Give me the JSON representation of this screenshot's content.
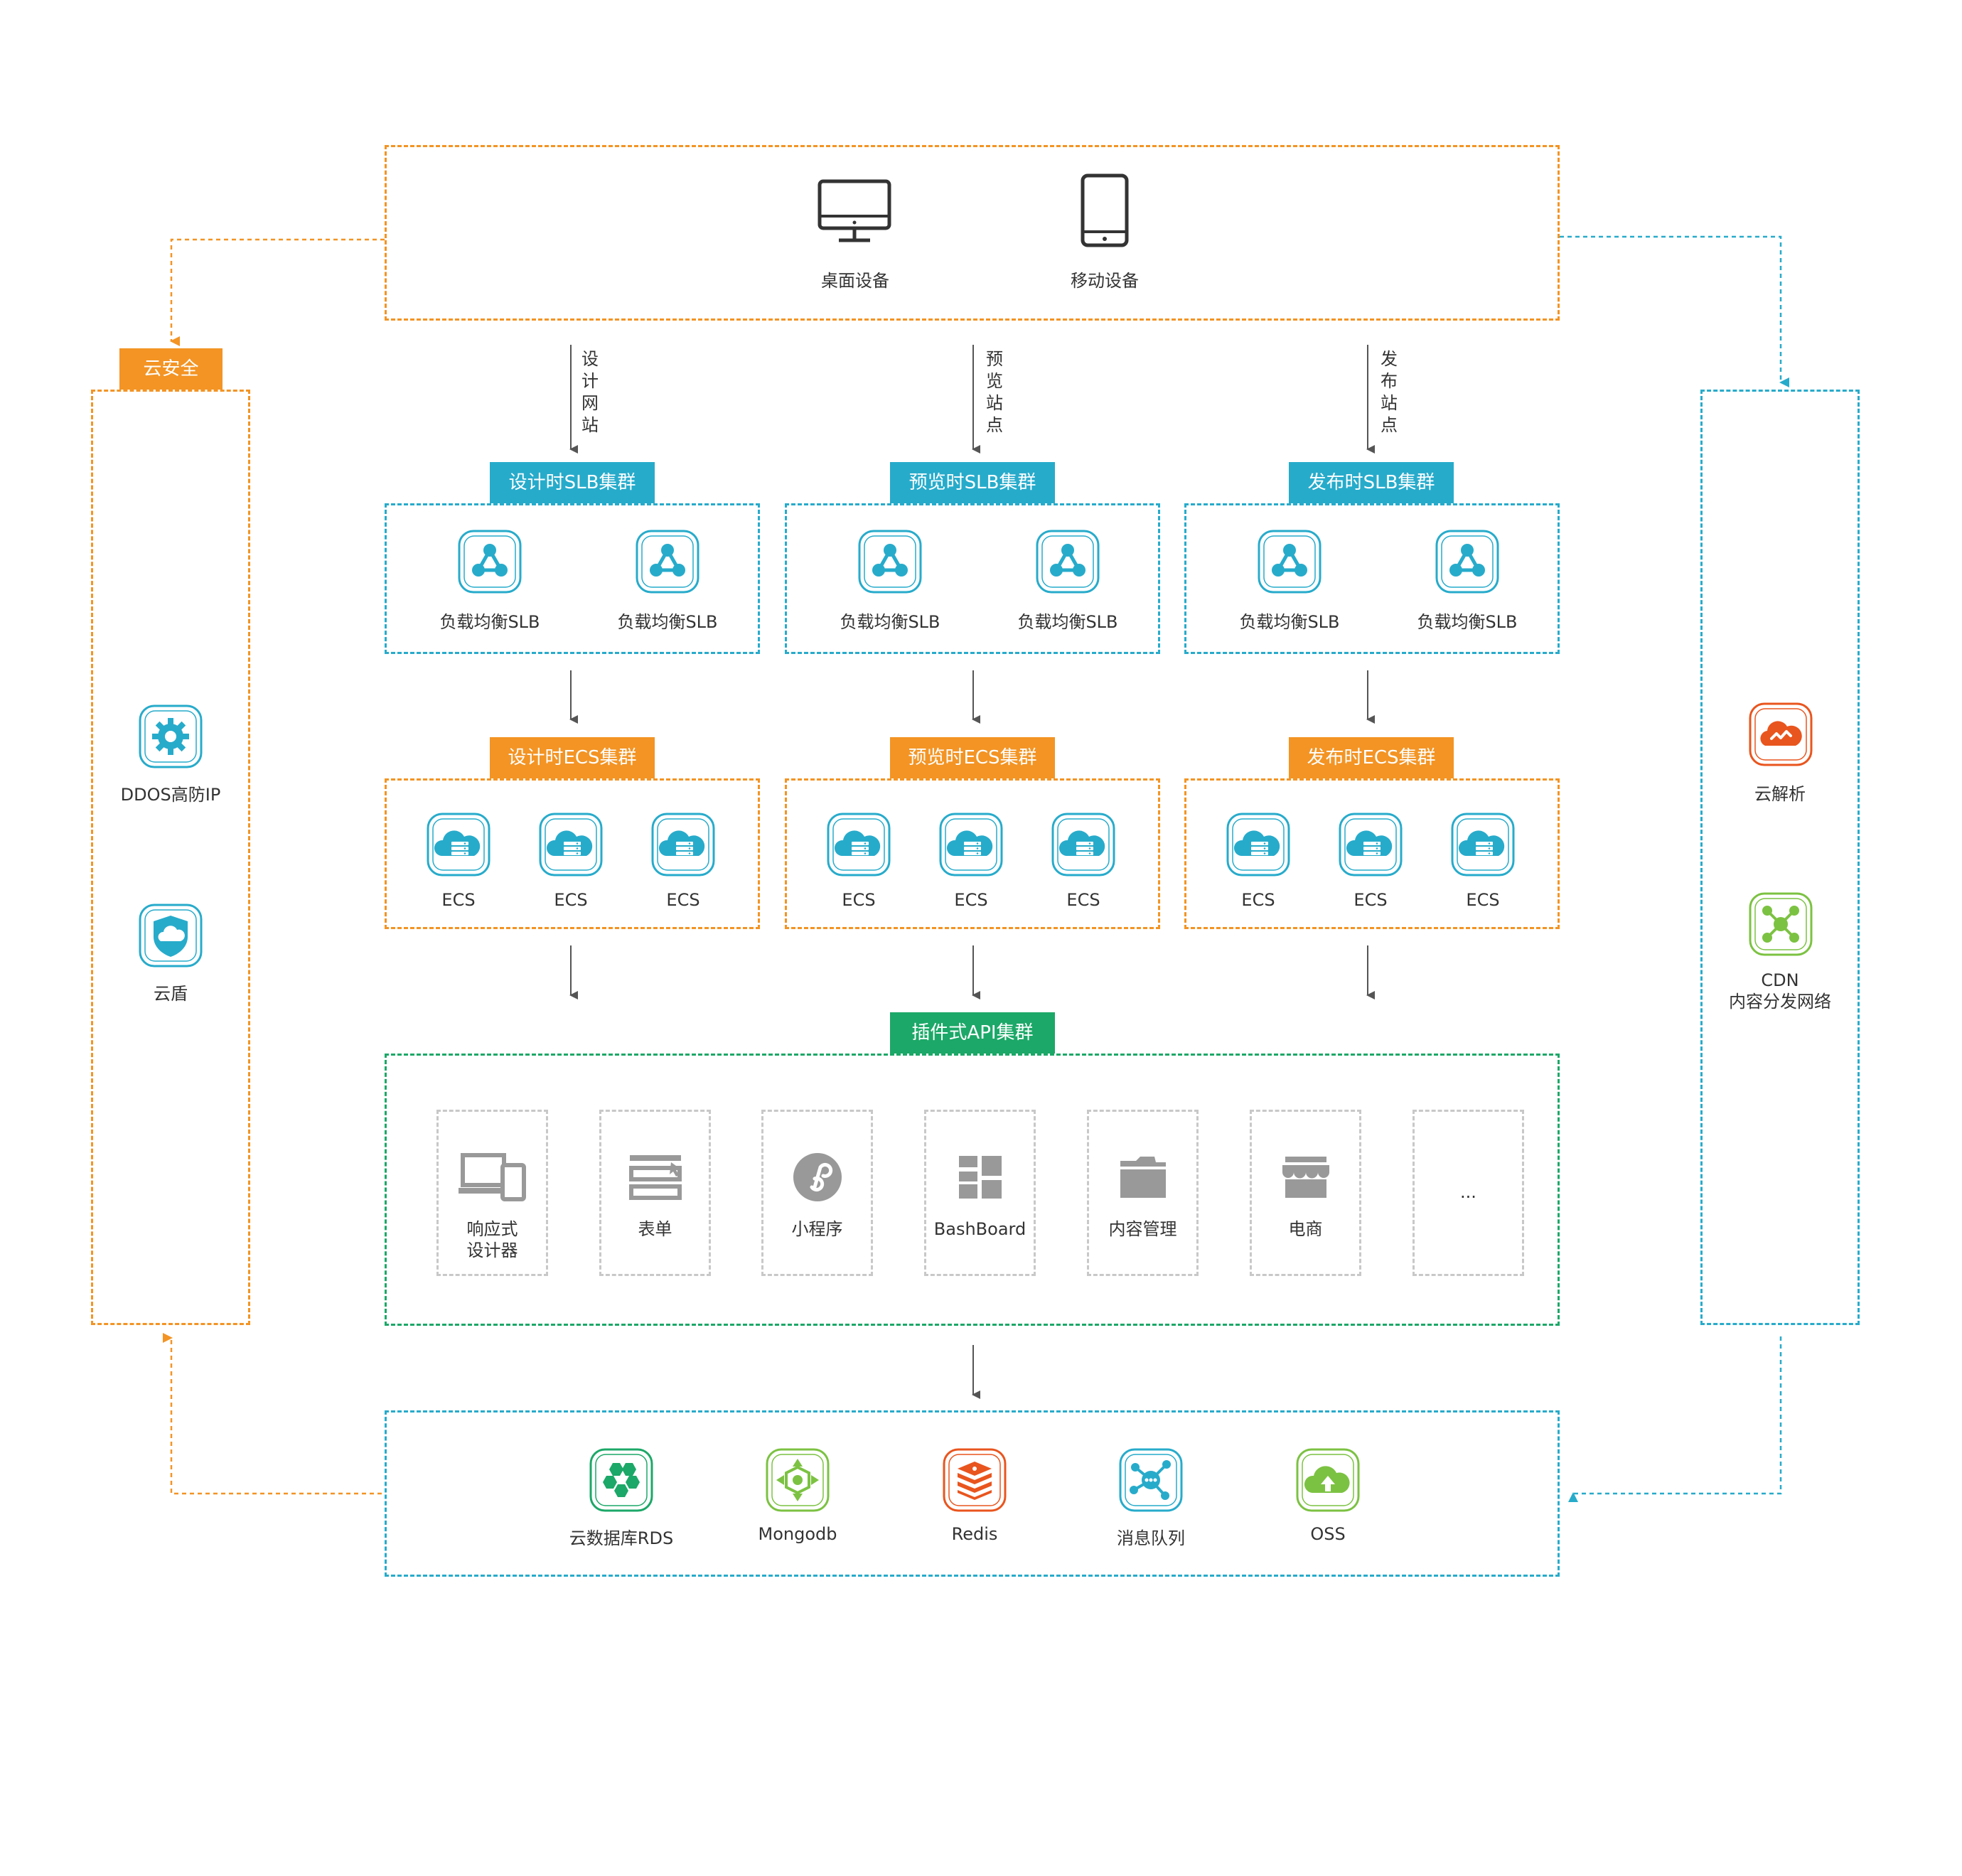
{
  "devices": [
    {
      "label": "桌面设备",
      "icon": "desktop-monitor-icon"
    },
    {
      "label": "移动设备",
      "icon": "mobile-phone-icon"
    }
  ],
  "flows": [
    {
      "label": "设计网站",
      "chars": [
        "设",
        "计",
        "网",
        "站"
      ]
    },
    {
      "label": "预览站点",
      "chars": [
        "预",
        "览",
        "站",
        "点"
      ]
    },
    {
      "label": "发布站点",
      "chars": [
        "发",
        "布",
        "站",
        "点"
      ]
    }
  ],
  "clusters": {
    "slb": [
      {
        "tag": "设计时SLB集群",
        "items": [
          "负载均衡SLB",
          "负载均衡SLB"
        ]
      },
      {
        "tag": "预览时SLB集群",
        "items": [
          "负载均衡SLB",
          "负载均衡SLB"
        ]
      },
      {
        "tag": "发布时SLB集群",
        "items": [
          "负载均衡SLB",
          "负载均衡SLB"
        ]
      }
    ],
    "ecs": [
      {
        "tag": "设计时ECS集群",
        "items": [
          "ECS",
          "ECS",
          "ECS"
        ]
      },
      {
        "tag": "预览时ECS集群",
        "items": [
          "ECS",
          "ECS",
          "ECS"
        ]
      },
      {
        "tag": "发布时ECS集群",
        "items": [
          "ECS",
          "ECS",
          "ECS"
        ]
      }
    ]
  },
  "api_cluster": {
    "tag": "插件式API集群",
    "plugins": [
      {
        "label_line1": "响应式",
        "label_line2": "设计器",
        "icon": "responsive-devices-icon"
      },
      {
        "label_line1": "表单",
        "label_line2": "",
        "icon": "form-icon"
      },
      {
        "label_line1": "小程序",
        "label_line2": "",
        "icon": "mini-program-icon"
      },
      {
        "label_line1": "BashBoard",
        "label_line2": "",
        "icon": "dashboard-icon"
      },
      {
        "label_line1": "内容管理",
        "label_line2": "",
        "icon": "folder-icon"
      },
      {
        "label_line1": "电商",
        "label_line2": "",
        "icon": "store-icon"
      },
      {
        "label_line1": "...",
        "label_line2": "",
        "icon": ""
      }
    ]
  },
  "security": {
    "tag": "云安全",
    "items": [
      {
        "label": "DDOS高防IP",
        "icon": "gear-shield-icon"
      },
      {
        "label": "云盾",
        "icon": "shield-cloud-icon"
      }
    ]
  },
  "dns_cdn": {
    "items": [
      {
        "label_line1": "云解析",
        "label_line2": "",
        "icon": "cloud-dns-icon"
      },
      {
        "label_line1": "CDN",
        "label_line2": "内容分发网络",
        "icon": "cdn-network-icon"
      }
    ]
  },
  "storage": [
    {
      "label": "云数据库RDS",
      "icon": "rds-database-icon"
    },
    {
      "label": "Mongodb",
      "icon": "mongodb-icon"
    },
    {
      "label": "Redis",
      "icon": "redis-icon"
    },
    {
      "label": "消息队列",
      "icon": "message-queue-icon"
    },
    {
      "label": "OSS",
      "icon": "oss-storage-icon"
    }
  ],
  "colors": {
    "orange": "#F39424",
    "blue": "#27ABCB",
    "green": "#1CA868",
    "gray_icon": "#999999",
    "arrow": "#555555"
  }
}
